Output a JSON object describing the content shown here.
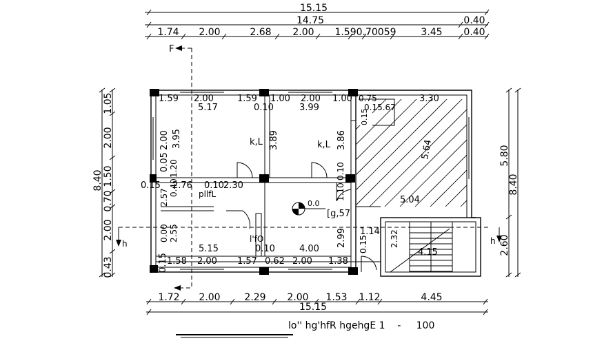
{
  "top_dims": {
    "overall": "15.15",
    "inner": "14.75",
    "inner_offset": "0.40",
    "chain": [
      "1.74",
      "2.00",
      "2.68",
      "2.00",
      "1.590.70059",
      "3.45",
      "0.40"
    ]
  },
  "bottom_dims": {
    "chain": [
      "1.72",
      "2.00",
      "2.29",
      "2.00",
      "1.53",
      "1.12",
      "4.45"
    ],
    "overall": "15.15"
  },
  "left_dims": {
    "overall": "8.40",
    "chain_top": [
      "1.05",
      "2.00",
      "1.50"
    ],
    "chain_mid": "0.70",
    "chain_low": [
      "2.00",
      "0.43"
    ],
    "inner_top": [
      "3.95",
      "2.00",
      "0.05",
      "1.20",
      "0.40",
      "2.57"
    ],
    "inner_low": [
      "2.55",
      "0.00"
    ]
  },
  "right_dims": {
    "overall": "8.40",
    "upper": "5.80",
    "lower": "2.60"
  },
  "row_top": [
    "1.59",
    "2.00",
    "1.59",
    "1.00",
    "2.00",
    "1.00",
    "0.75"
  ],
  "room_dims": {
    "r1_width": "5.17",
    "r1_gap": "0.10",
    "r2_width": "3.99",
    "r1_height": "3.89",
    "r2_height": "3.86",
    "right_top": "3.30",
    "mini_a": "0.15.67",
    "mini_b": "0.15",
    "diag": "5.64",
    "landing": "5.04",
    "mid_row": [
      "0.15",
      "2.76",
      "0.10",
      "2.30"
    ],
    "mid_vert": [
      "1.10",
      "0.10"
    ],
    "bot_width_1": "5.15",
    "bot_gap": "0.10",
    "bot_width_2": "4.00",
    "bot_h1": "2.99",
    "bot_h2": "0.15",
    "stair_w": "1.14",
    "stair_h": "2.32",
    "stair_run": "4.15",
    "bottom_row": [
      "0.15",
      "1.58",
      "2.00",
      "1.57",
      "0.62",
      "2.00",
      "1.38"
    ]
  },
  "room_labels": {
    "kitchen_1": "k,L",
    "kitchen_2": "k,L",
    "bath": "pllfL",
    "lobby": "[g,57",
    "office": "l'fO",
    "level": "0.0"
  },
  "section_marks": {
    "top": "F",
    "left": "h",
    "right": "h"
  },
  "title": "lo'' hg'hfR hgehgE 1    -     100"
}
